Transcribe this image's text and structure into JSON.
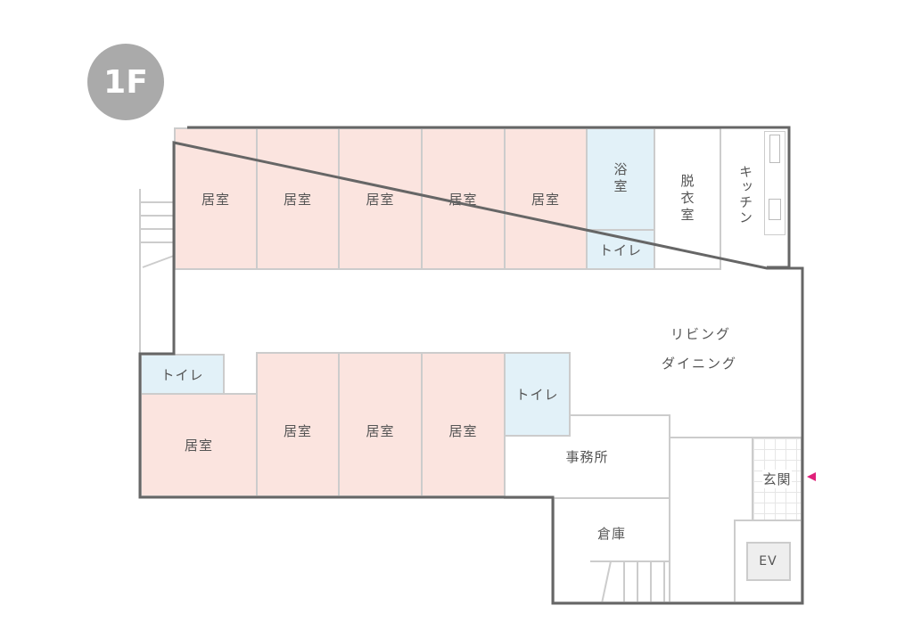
{
  "floor_label": "1F",
  "rooms": {
    "top_living": [
      "居室",
      "居室",
      "居室",
      "居室",
      "居室"
    ],
    "bath": "浴室",
    "top_toilet": "トイレ",
    "dressing": "脱衣室",
    "kitchen": "キッチン",
    "living_dining_1": "リビング",
    "living_dining_2": "ダイニング",
    "bottom_left_toilet": "トイレ",
    "bottom_living": [
      "居室",
      "居室",
      "居室",
      "居室"
    ],
    "bottom_toilet": "トイレ",
    "office": "事務所",
    "storage": "倉庫",
    "entrance": "玄関",
    "elevator": "EV"
  },
  "colors": {
    "living_room": "#fbe4df",
    "wet_area": "#e2f1f8",
    "wall": "#666666",
    "entrance_marker": "#e0207a"
  }
}
